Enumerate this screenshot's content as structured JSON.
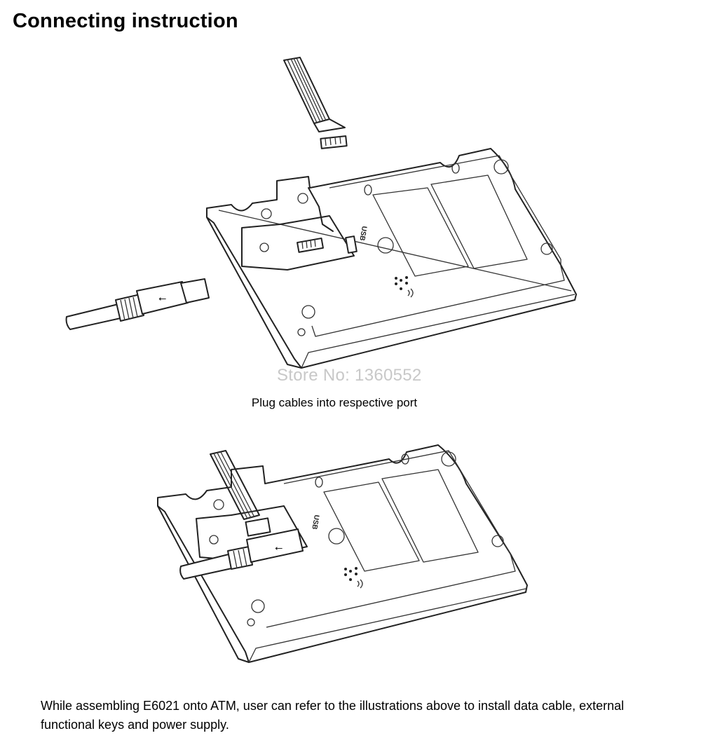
{
  "title": "Connecting instruction",
  "watermark": "Store No: 1360552",
  "caption": "Plug cables into respective port",
  "description": "While assembling  E6021 onto ATM, user can refer to the illustrations above to install data cable, external functional keys and power supply.",
  "port_label": "USB"
}
